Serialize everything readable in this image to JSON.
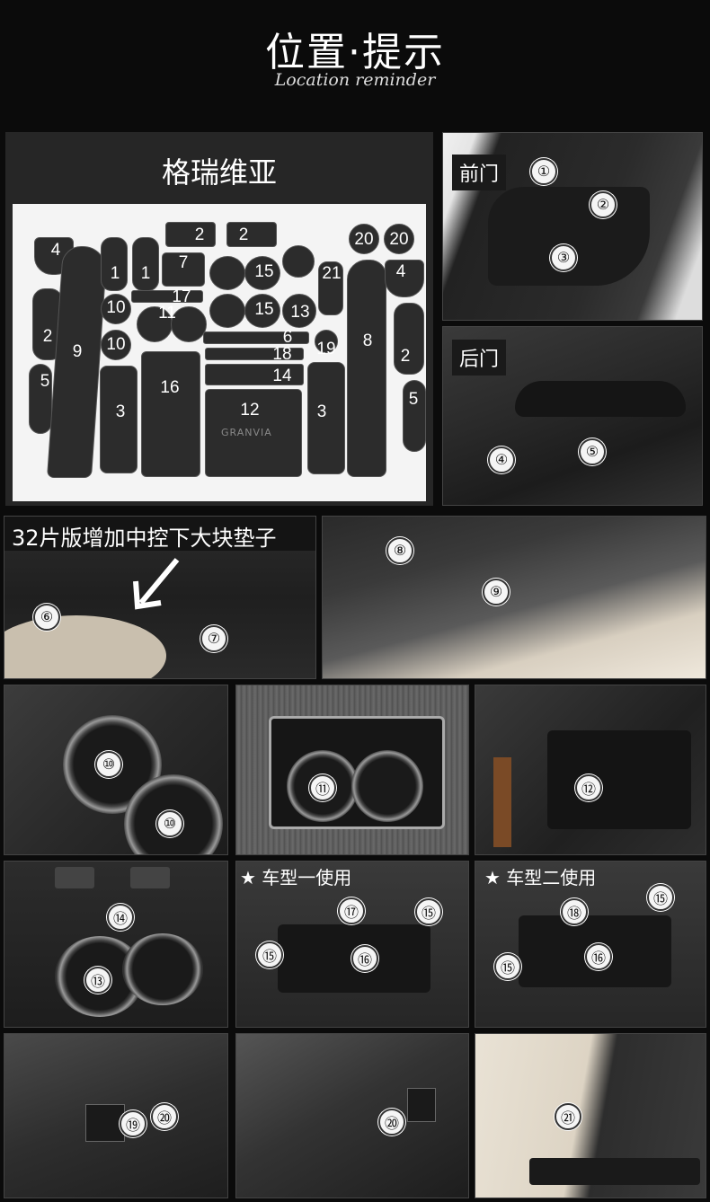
{
  "header": {
    "title": "位置·提示",
    "subtitle": "Location reminder"
  },
  "mat_panel": {
    "title": "格瑞维亚",
    "pieces": {
      "p4a": "4",
      "p1a": "1",
      "p1b": "1",
      "p2a": "2",
      "p2b": "2",
      "p20a": "20",
      "p20b": "20",
      "p7": "7",
      "p15a": "15",
      "p21": "21",
      "p4b": "4",
      "p9": "9",
      "p10a": "10",
      "p17": "17",
      "p11": "11",
      "p15b": "15",
      "p13": "13",
      "p2c": "2",
      "p6": "6",
      "p19": "19",
      "p8": "8",
      "p10b": "10",
      "p18": "18",
      "p2d": "2",
      "p5a": "5",
      "p14": "14",
      "p16": "16",
      "p5b": "5",
      "p3a": "3",
      "p12": "12",
      "p3b": "3"
    },
    "brand_imprint": "GRANVIA"
  },
  "photos": {
    "front_door": {
      "label": "前门",
      "markers": [
        "①",
        "②",
        "③"
      ]
    },
    "rear_door": {
      "label": "后门",
      "markers": [
        "④",
        "⑤"
      ]
    },
    "console_32": {
      "label": "32片版增加中控下大块垫子",
      "markers": [
        "⑥",
        "⑦"
      ]
    },
    "dash": {
      "markers": [
        "⑧",
        "⑨"
      ]
    },
    "cupholder_10": {
      "markers": [
        "⑩",
        "⑩"
      ]
    },
    "cupholder_11": {
      "markers": [
        "⑪"
      ]
    },
    "storage_12": {
      "markers": [
        "⑫"
      ]
    },
    "cupholder_13_14": {
      "markers": [
        "⑭",
        "⑬"
      ]
    },
    "model_one": {
      "label": "车型一使用",
      "markers": [
        "⑰",
        "⑮",
        "⑮",
        "⑯"
      ]
    },
    "model_two": {
      "label": "车型二使用",
      "markers": [
        "⑱",
        "⑮",
        "⑮",
        "⑯"
      ]
    },
    "side_19_20": {
      "markers": [
        "⑲",
        "⑳"
      ]
    },
    "side_20": {
      "markers": [
        "⑳"
      ]
    },
    "side_21": {
      "markers": [
        "㉑"
      ]
    }
  }
}
